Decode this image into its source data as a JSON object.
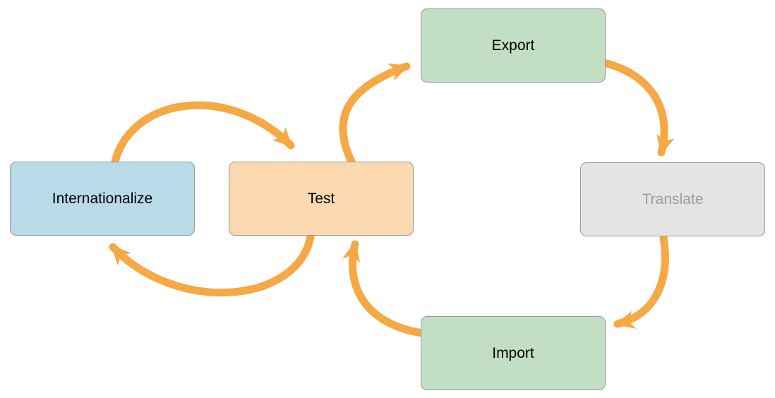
{
  "diagram": {
    "type": "workflow-cycle",
    "arrow_color": "#f5a843",
    "border_color": "#97999b",
    "nodes": [
      {
        "id": "internationalize",
        "label": "Internationalize",
        "fill": "#b9dae7",
        "text_color": "#000000",
        "state": "active"
      },
      {
        "id": "test",
        "label": "Test",
        "fill": "#fad8b0",
        "text_color": "#000000",
        "state": "active"
      },
      {
        "id": "export",
        "label": "Export",
        "fill": "#c2dec3",
        "text_color": "#000000",
        "state": "active"
      },
      {
        "id": "translate",
        "label": "Translate",
        "fill": "#e3e4e3",
        "text_color": "#9b9b9b",
        "state": "inactive"
      },
      {
        "id": "import",
        "label": "Import",
        "fill": "#c2dec3",
        "text_color": "#000000",
        "state": "active"
      }
    ],
    "edges": [
      {
        "from": "internationalize",
        "to": "test"
      },
      {
        "from": "test",
        "to": "internationalize"
      },
      {
        "from": "test",
        "to": "export"
      },
      {
        "from": "export",
        "to": "translate"
      },
      {
        "from": "translate",
        "to": "import"
      },
      {
        "from": "import",
        "to": "test"
      }
    ]
  }
}
